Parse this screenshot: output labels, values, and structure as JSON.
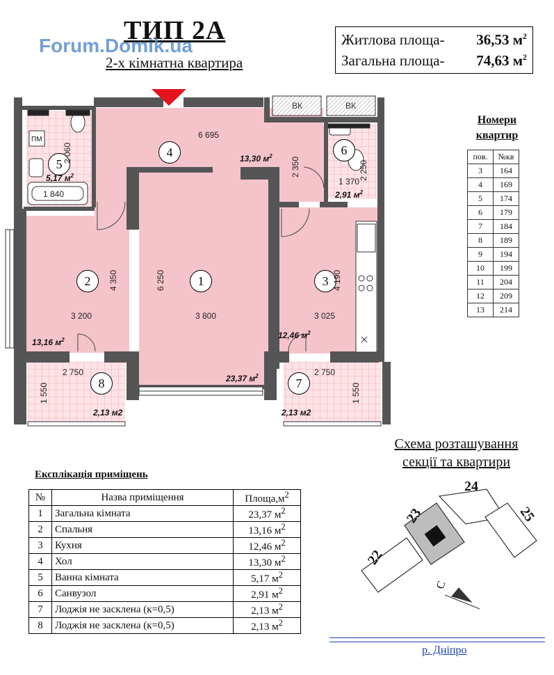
{
  "header": {
    "title": "ТИП 2А",
    "watermark": "Forum.Domik.ua",
    "subtitle": "2-х кімнатна квартира"
  },
  "areas_box": {
    "living_label": "Житлова площа-",
    "living_value": "36,53 м",
    "total_label": "Загальна площа-",
    "total_value": "74,63 м",
    "superscript": "2"
  },
  "apartment_numbers": {
    "title_line1": "Номери",
    "title_line2": "квартир",
    "col_floor": "пов.",
    "col_apt": "№кв",
    "rows": [
      {
        "floor": "3",
        "apt": "164"
      },
      {
        "floor": "4",
        "apt": "169"
      },
      {
        "floor": "5",
        "apt": "174"
      },
      {
        "floor": "6",
        "apt": "179"
      },
      {
        "floor": "7",
        "apt": "184"
      },
      {
        "floor": "8",
        "apt": "189"
      },
      {
        "floor": "9",
        "apt": "194"
      },
      {
        "floor": "10",
        "apt": "199"
      },
      {
        "floor": "11",
        "apt": "204"
      },
      {
        "floor": "12",
        "apt": "209"
      },
      {
        "floor": "13",
        "apt": "214"
      }
    ]
  },
  "plan": {
    "rooms": [
      {
        "num": "1",
        "area": "23,37 м",
        "sup": "2"
      },
      {
        "num": "2",
        "area": "13,16 м",
        "sup": "2"
      },
      {
        "num": "3",
        "area": "12,46 м",
        "sup": "2"
      },
      {
        "num": "4",
        "area": "13,30 м",
        "sup": "2"
      },
      {
        "num": "5",
        "area": "5,17 м",
        "sup": "2"
      },
      {
        "num": "6",
        "area": "2,91 м",
        "sup": "2"
      },
      {
        "num": "7",
        "area": "2,13 м2"
      },
      {
        "num": "8",
        "area": "2,13 м2"
      }
    ],
    "dims": {
      "hall_width": "6 695",
      "hall_depth": "2 350",
      "bath_width": "1 840",
      "bath_depth": "2 060",
      "wc_width": "1 370",
      "wc_depth": "2 250",
      "bedroom_width": "3 200",
      "bedroom_depth": "4 350",
      "living_width": "3 800",
      "living_depth": "6 250",
      "kitchen_width": "3 025",
      "kitchen_depth": "4 190",
      "loggia_left_width": "2 750",
      "loggia_left_depth": "1 550",
      "loggia_right_width": "2 750",
      "loggia_right_depth": "1 550"
    },
    "labels": {
      "vk1": "ВК",
      "vk2": "ВК",
      "pm": "ПМ"
    }
  },
  "explication": {
    "title": "Експлікація приміщень",
    "col_num": "№",
    "col_name": "Назва приміщення",
    "col_area": "Площа,м",
    "col_area_sup": "2",
    "rows": [
      {
        "num": "1",
        "name": "Загальна кімната",
        "area": "23,37 м",
        "sup": "2"
      },
      {
        "num": "2",
        "name": "Спальня",
        "area": "13,16 м",
        "sup": "2"
      },
      {
        "num": "3",
        "name": "Кухня",
        "area": "12,46 м",
        "sup": "2"
      },
      {
        "num": "4",
        "name": "Хол",
        "area": "13,30 м",
        "sup": "2"
      },
      {
        "num": "5",
        "name": "Ванна кімната",
        "area": "5,17 м",
        "sup": "2"
      },
      {
        "num": "6",
        "name": "Санвузол",
        "area": "2,91 м",
        "sup": "2"
      },
      {
        "num": "7",
        "name": "Лоджія не засклена (к=0,5)",
        "area": "2,13 м",
        "sup": "2"
      },
      {
        "num": "8",
        "name": "Лоджія не засклена (к=0,5)",
        "area": "2,13 м",
        "sup": "2"
      }
    ]
  },
  "schema": {
    "title_line1": "Схема розташування",
    "title_line2": "секції та квартири",
    "sections": [
      "22",
      "23",
      "24",
      "25"
    ],
    "compass": "С",
    "river": "р. Дніпро"
  },
  "colors": {
    "room_fill": "#f5c4cb",
    "wall": "#555555",
    "tile": "#ffe3e6",
    "arrow": "#e3141d",
    "river_line": "#1b3fb5"
  }
}
